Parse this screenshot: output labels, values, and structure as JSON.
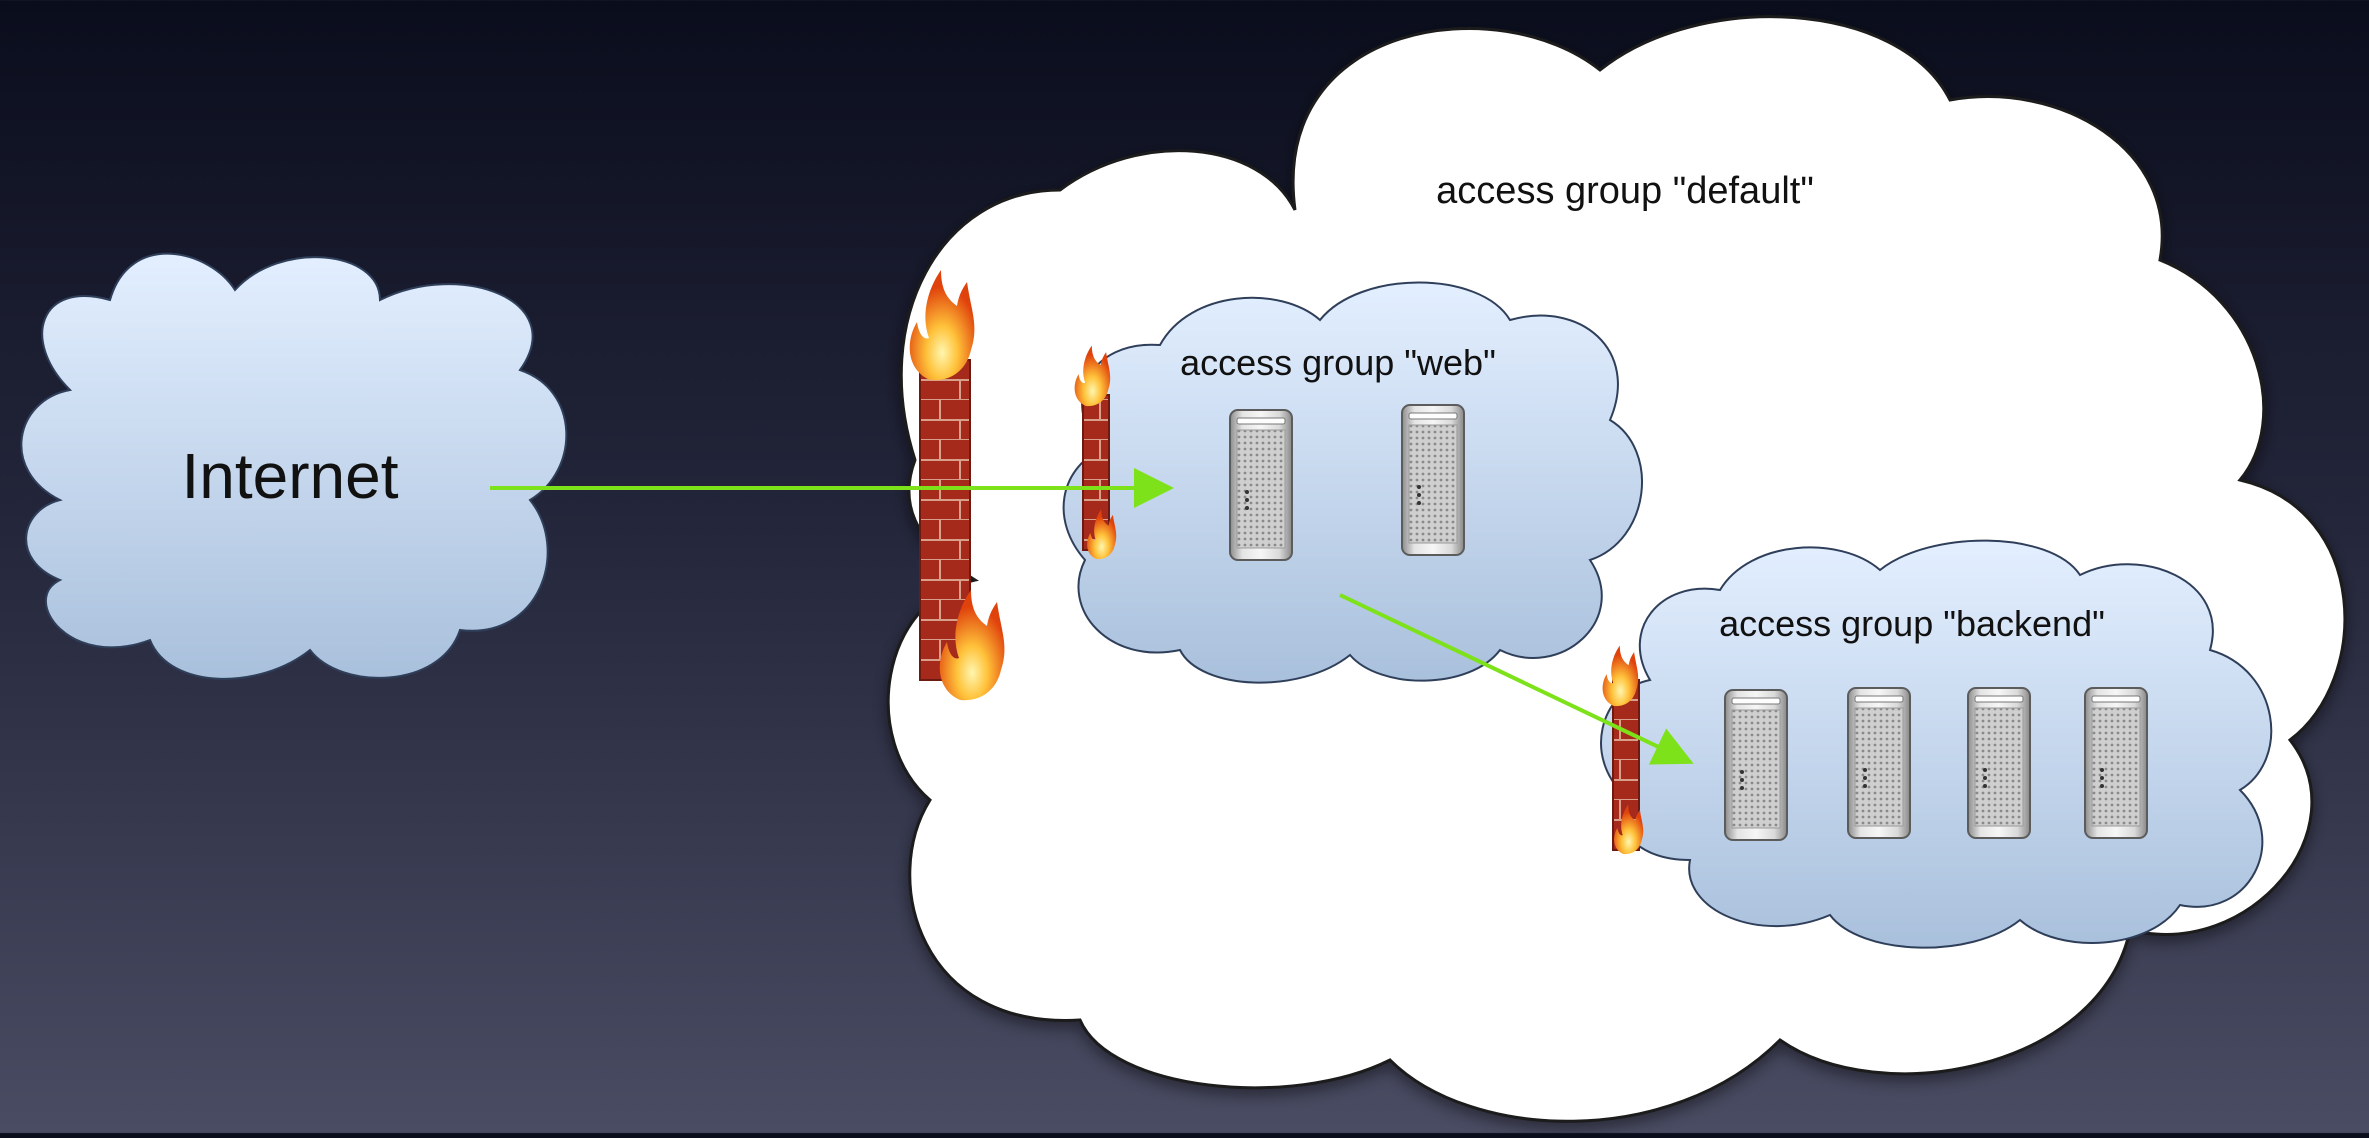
{
  "clouds": {
    "internet_label": "Internet",
    "default_label": "access group \"default\"",
    "web_label": "access group \"web\"",
    "backend_label": "access group \"backend\""
  },
  "colors": {
    "cloud_blue_top": "#e3efff",
    "cloud_blue_bottom": "#a9c0dc",
    "cloud_white": "#ffffff",
    "arrow_green": "#7ee21a",
    "brick": "#a52a1c",
    "flame": "#ff8a12"
  },
  "icons": [
    "firewall-icon",
    "server-icon",
    "flame-icon"
  ]
}
